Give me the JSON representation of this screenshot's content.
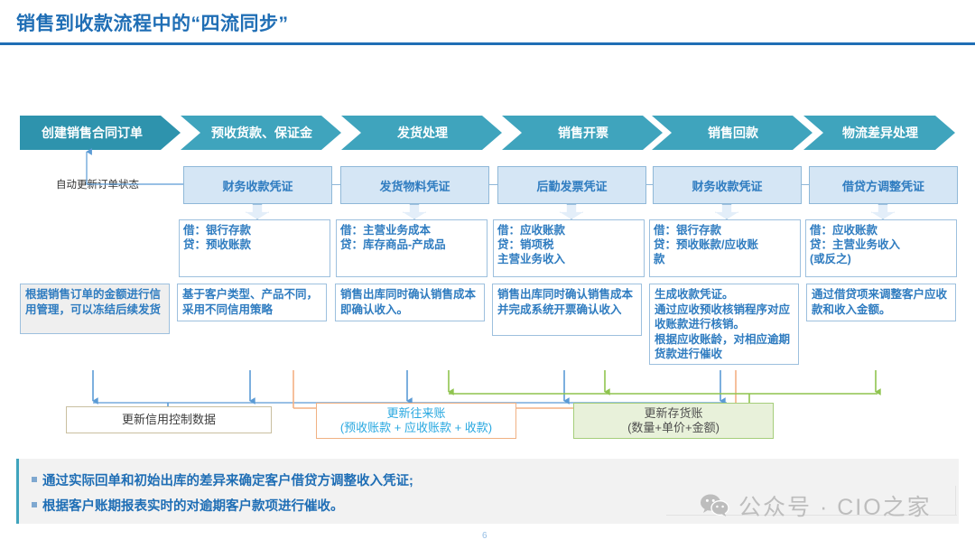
{
  "title": "销售到收款流程中的“四流同步”",
  "accent": "#1f6eb5",
  "stages": [
    {
      "label": "创建销售合同订单"
    },
    {
      "label": "预收货款、保证金"
    },
    {
      "label": "发货处理"
    },
    {
      "label": "销售开票"
    },
    {
      "label": "销售回款"
    },
    {
      "label": "物流差异处理"
    }
  ],
  "auto_update_label": "自动更新订单状态",
  "vouchers": [
    {
      "label": "财务收款凭证"
    },
    {
      "label": "发货物料凭证"
    },
    {
      "label": "后勤发票凭证"
    },
    {
      "label": "财务收款凭证"
    },
    {
      "label": "借贷方调整凭证"
    }
  ],
  "entries": [
    {
      "text": "借：银行存款\n   贷：预收账款"
    },
    {
      "text": "借：主营业务成本\n   贷：库存商品-产成品"
    },
    {
      "text": "借：应收账款\n  贷：销项税\n        主营业务收入"
    },
    {
      "text": "借：银行存款\n    贷：预收账款/应收账\n款"
    },
    {
      "text": "借：应收账款\n    贷：主营业务收入\n(或反之)"
    }
  ],
  "descriptions": [
    {
      "text": "根据销售订单的金额进行信用管理，可以冻结后续发货"
    },
    {
      "text": "基于客户类型、产品不同，采用不同信用策略"
    },
    {
      "text": "销售出库同时确认销售成本即确认收入。"
    },
    {
      "text": "销售出库同时确认销售成本并完成系统开票确认收入"
    },
    {
      "text": "生成收款凭证。\n通过应收预收核销程序对应收账款进行核销。\n根据应收账龄，对相应逾期货款进行催收"
    },
    {
      "text": "通过借贷项来调整客户应收款和收入金额。"
    }
  ],
  "results": [
    {
      "line1": "更新信用控制数据",
      "line2": ""
    },
    {
      "line1": "更新往来账",
      "line2": "(预收账款 + 应收账款 + 收款)"
    },
    {
      "line1": "更新存货账",
      "line2": "(数量+单价+金额)"
    }
  ],
  "summary": [
    "通过实际回单和初始出库的差异来确定客户借贷方调整收入凭证;",
    "根据客户账期报表实时的对逾期客户款项进行催收。"
  ],
  "watermark": {
    "text": "公众号 · CIO之家",
    "icon": "wechat-icon"
  },
  "page_number": "6"
}
